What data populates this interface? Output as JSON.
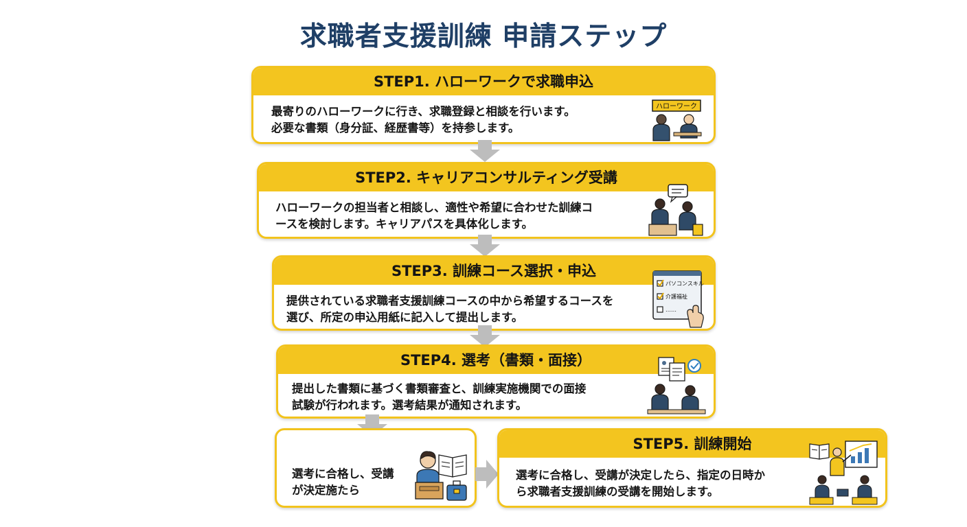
{
  "title": "求職者支援訓練 申請ステップ",
  "steps": [
    {
      "heading": "STEP1. ハローワークで求職申込",
      "line1": "最寄りのハローワークに行き、求職登録と相談を行います。",
      "line2": "必要な書類（身分証、経歴書等）を持参します。",
      "sign": "ハローワーク"
    },
    {
      "heading": "STEP2. キャリアコンサルティング受講",
      "line1": "ハローワークの担当者と相談し、適性や希望に合わせた訓練コ",
      "line2": "ースを検討します。キャリアパスを具体化します。"
    },
    {
      "heading": "STEP3. 訓練コース選択・申込",
      "line1": "提供されている求職者支援訓練コースの中から希望するコースを",
      "line2": "選び、所定の申込用紙に記入して提出します。",
      "checklist": [
        "パソコンスキル",
        "介護福祉",
        "……"
      ]
    },
    {
      "heading": "STEP4. 選考（書類・面接）",
      "line1": "提出した書類に基づく書類審査と、訓練実施機関での面接",
      "line2": "試験が行われます。選考結果が通知されます。"
    }
  ],
  "pass_box": {
    "line1": "選考に合格し、受講",
    "line2": "が決定施たら"
  },
  "step5": {
    "heading": "STEP5. 訓練開始",
    "line1": "選考に合格し、受講が決定したら、指定の日時か",
    "line2": "ら求職者支援訓練の受講を開始します。"
  },
  "colors": {
    "accent": "#f3c51f",
    "title": "#1f3f66",
    "arrow": "#bdbdbd",
    "navy": "#1f3f66"
  }
}
